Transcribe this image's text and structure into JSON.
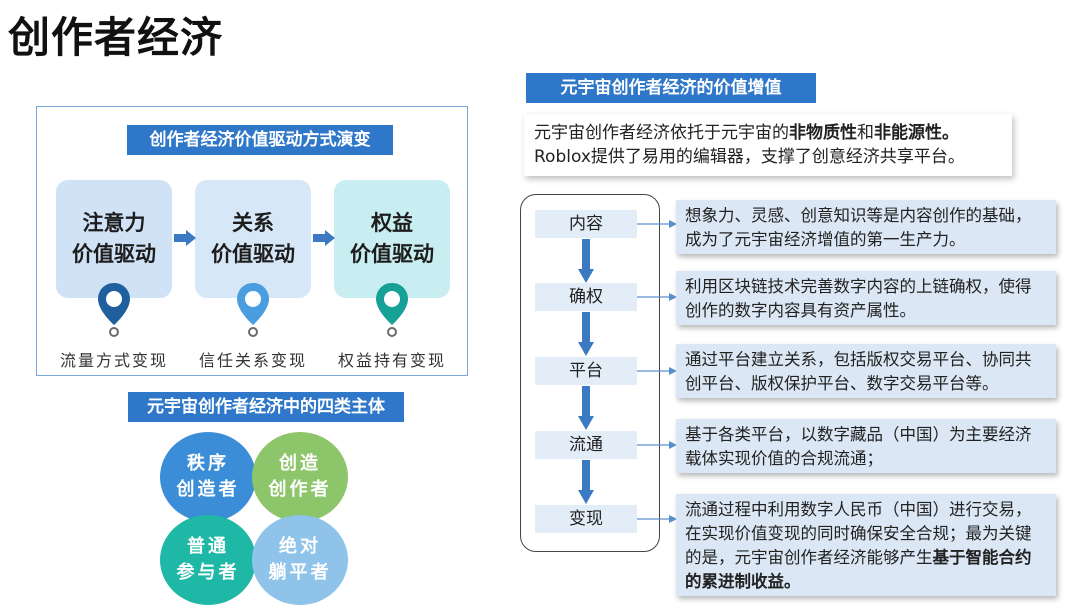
{
  "title": "创作者经济",
  "left": {
    "evolution_title": "创作者经济价值驱动方式演变",
    "drivers": [
      {
        "line1": "注意力",
        "line2": "价值驱动",
        "caption": "流量方式变现"
      },
      {
        "line1": "关系",
        "line2": "价值驱动",
        "caption": "信任关系变现"
      },
      {
        "line1": "权益",
        "line2": "价值驱动",
        "caption": "权益持有变现"
      }
    ],
    "four_title": "元宇宙创作者经济中的四类主体",
    "subjects": [
      {
        "line1": "秩序",
        "line2": "创造者"
      },
      {
        "line1": "创造",
        "line2": "创作者"
      },
      {
        "line1": "普通",
        "line2": "参与者"
      },
      {
        "line1": "绝对",
        "line2": "躺平者"
      }
    ]
  },
  "right": {
    "title": "元宇宙创作者经济的价值增值",
    "intro": {
      "pre": "元宇宙创作者经济依托于元宇宙的",
      "b1": "非物质性",
      "mid": "和",
      "b2": "非能源性。",
      "line2": "Roblox提供了易用的编辑器，支撑了创意经济共享平台。"
    },
    "steps": [
      "内容",
      "确权",
      "平台",
      "流通",
      "变现"
    ],
    "descriptions": [
      {
        "text": "想象力、灵感、创意知识等是内容创作的基础，成为了元宇宙经济增值的第一生产力。"
      },
      {
        "text": "利用区块链技术完善数字内容的上链确权，使得创作的数字内容具有资产属性。"
      },
      {
        "text": "通过平台建立关系，包括版权交易平台、协同共创平台、版权保护平台、数字交易平台等。"
      },
      {
        "text": "基于各类平台，以数字藏品（中国）为主要经济载体实现价值的合规流通；"
      },
      {
        "text": "流通过程中利用数字人民币（中国）进行交易，在实现价值变现的同时确保安全合规；最为关键的是，元宇宙创作者经济能够产生",
        "bold": "基于智能合约的累进制收益。"
      }
    ]
  },
  "colors": {
    "label_blue": "#2f78c9",
    "pin_dark": "#1f5f9e",
    "pin_light": "#4a9ee0",
    "pin_teal": "#17a096",
    "arrow_blue": "#3b79c2"
  }
}
